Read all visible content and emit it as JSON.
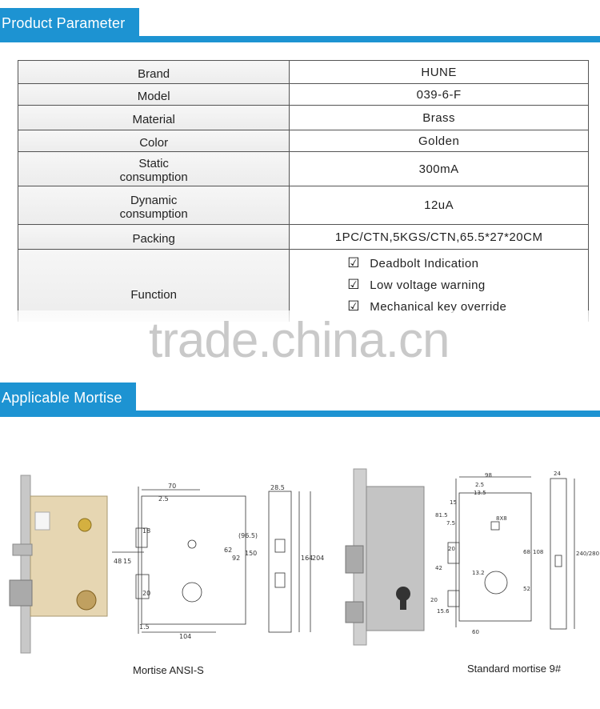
{
  "sections": {
    "parameter_title": "Product Parameter",
    "mortise_title": "Applicable Mortise"
  },
  "specs": [
    {
      "label": "Brand",
      "value": "HUNE"
    },
    {
      "label": "Model",
      "value": "039-6-F"
    },
    {
      "label": "Material",
      "value": "Brass"
    },
    {
      "label": "Color",
      "value": "Golden"
    },
    {
      "label": "Static\nconsumption",
      "value": "300mA"
    },
    {
      "label": "Dynamic\nconsumption",
      "value": "12uA"
    },
    {
      "label": "Packing",
      "value": "1PC/CTN,5KGS/CTN,65.5*27*20CM"
    }
  ],
  "function": {
    "label": "Function",
    "items": [
      "Deadbolt Indication",
      "Low voltage warning",
      "Mechanical key override"
    ]
  },
  "watermark": "trade.china.cn",
  "mortise": {
    "ansi": {
      "caption": "Mortise ANSI-S",
      "dims": [
        "70",
        "2.5",
        "18",
        "48",
        "15",
        "62",
        "92",
        "(96.5)",
        "150",
        "20",
        "1.5",
        "104",
        "28.5",
        "164",
        "204"
      ]
    },
    "standard": {
      "caption": "Standard mortise 9#",
      "dims": [
        "98",
        "2.5",
        "13.5",
        "15",
        "81.5",
        "7.5",
        "8X8",
        "20",
        "42",
        "68",
        "108",
        "52",
        "13.2",
        "20",
        "15.6",
        "60",
        "24",
        "240/280"
      ]
    }
  }
}
